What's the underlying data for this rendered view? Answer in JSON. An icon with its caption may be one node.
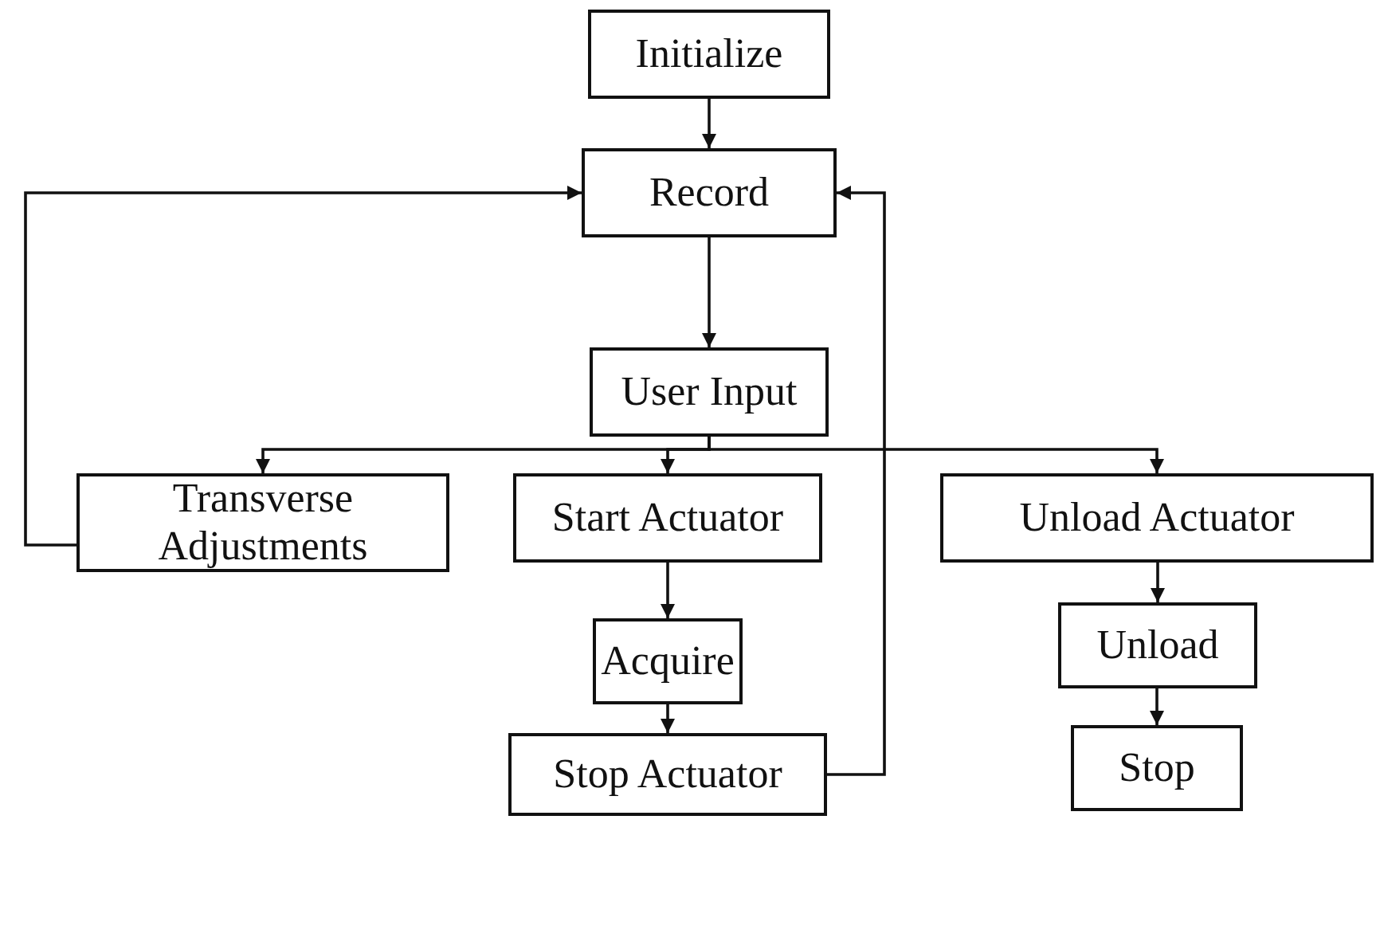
{
  "diagram": {
    "nodes": [
      {
        "text": [
          "Initialize"
        ]
      },
      {
        "text": [
          "Record"
        ]
      },
      {
        "text": [
          "User Input"
        ]
      },
      {
        "text": [
          "Transverse Adjustments"
        ]
      },
      {
        "text": [
          "Start Actuator"
        ]
      },
      {
        "text": [
          "Unload Actuator"
        ]
      },
      {
        "text": [
          "Acquire"
        ]
      },
      {
        "text": [
          "Stop Actuator"
        ]
      },
      {
        "text": [
          "Unload"
        ]
      },
      {
        "text": [
          "Stop"
        ]
      }
    ],
    "edges": [
      {
        "from": 0,
        "to": 1,
        "arrow": "to"
      },
      {
        "from": 1,
        "to": 2,
        "arrow": "to"
      },
      {
        "from": 2,
        "to": 3,
        "arrow": "to"
      },
      {
        "from": 2,
        "to": 4,
        "arrow": "to"
      },
      {
        "from": 2,
        "to": 5,
        "arrow": "to"
      },
      {
        "from": 3,
        "to": 1,
        "arrow": "to"
      },
      {
        "from": 4,
        "to": 6,
        "arrow": "to"
      },
      {
        "from": 6,
        "to": 7,
        "arrow": "to"
      },
      {
        "from": 7,
        "to": 1,
        "arrow": "to"
      },
      {
        "from": 5,
        "to": 8,
        "arrow": "to"
      },
      {
        "from": 8,
        "to": 9,
        "arrow": "to"
      }
    ]
  }
}
